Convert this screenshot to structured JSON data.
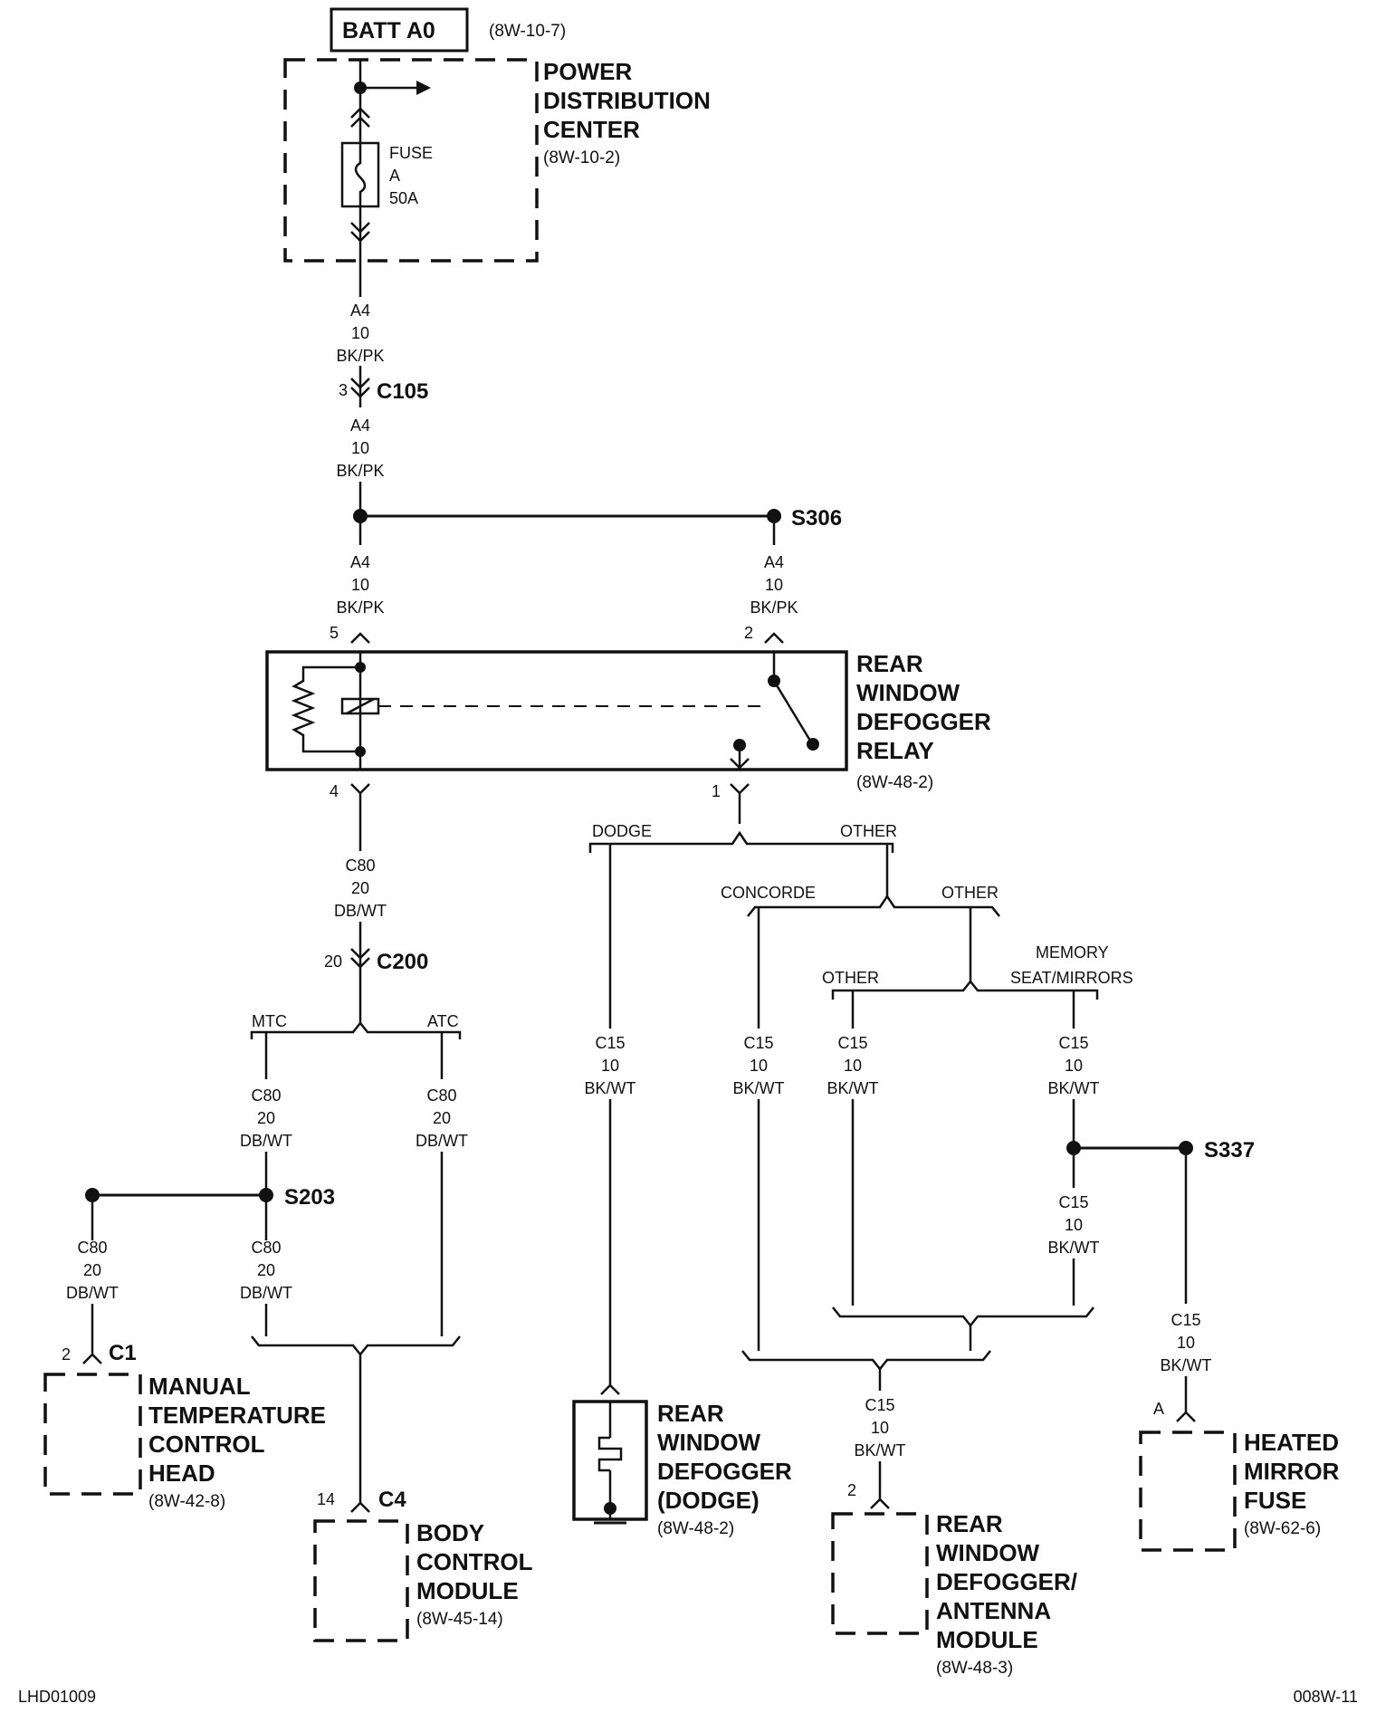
{
  "batt_label": "BATT A0",
  "batt_ref": "(8W-10-7)",
  "pdc": {
    "title_lines": [
      "POWER",
      "DISTRIBUTION",
      "CENTER"
    ],
    "ref": "(8W-10-2)",
    "fuse_lines": [
      "FUSE",
      "A",
      "50A"
    ]
  },
  "wire_a4": [
    "A4",
    "10",
    "BK/PK"
  ],
  "wire_c80": [
    "C80",
    "20",
    "DB/WT"
  ],
  "wire_c15": [
    "C15",
    "10",
    "BK/WT"
  ],
  "connectors": {
    "c105": "C105",
    "c105_pin": "3",
    "c200": "C200",
    "c200_pin": "20",
    "c1": "C1",
    "c1_pin": "2",
    "c4": "C4",
    "c4_pin": "14"
  },
  "splices": {
    "s306": "S306",
    "s203": "S203",
    "s337": "S337"
  },
  "relay": {
    "title_lines": [
      "REAR",
      "WINDOW",
      "DEFOGGER",
      "RELAY"
    ],
    "ref": "(8W-48-2)",
    "pins": {
      "p5": "5",
      "p2": "2",
      "p4": "4",
      "p1": "1"
    }
  },
  "branches": {
    "dodge": "DODGE",
    "other": "OTHER",
    "concorde": "CONCORDE",
    "memory_lines": [
      "MEMORY",
      "SEAT/MIRRORS"
    ],
    "mtc": "MTC",
    "atc": "ATC"
  },
  "components": {
    "mtc_head": {
      "lines": [
        "MANUAL",
        "TEMPERATURE",
        "CONTROL",
        "HEAD"
      ],
      "ref": "(8W-42-8)"
    },
    "bcm": {
      "lines": [
        "BODY",
        "CONTROL",
        "MODULE"
      ],
      "ref": "(8W-45-14)"
    },
    "defogger_dodge": {
      "lines": [
        "REAR",
        "WINDOW",
        "DEFOGGER",
        "(DODGE)"
      ],
      "ref": "(8W-48-2)"
    },
    "defogger_antenna": {
      "lines": [
        "REAR",
        "WINDOW",
        "DEFOGGER/",
        "ANTENNA",
        "MODULE"
      ],
      "ref": "(8W-48-3)",
      "pin": "2"
    },
    "heated_mirror": {
      "lines": [
        "HEATED",
        "MIRROR",
        "FUSE"
      ],
      "ref": "(8W-62-6)",
      "pin": "A"
    }
  },
  "footer": {
    "left": "LHD01009",
    "right": "008W-11"
  }
}
